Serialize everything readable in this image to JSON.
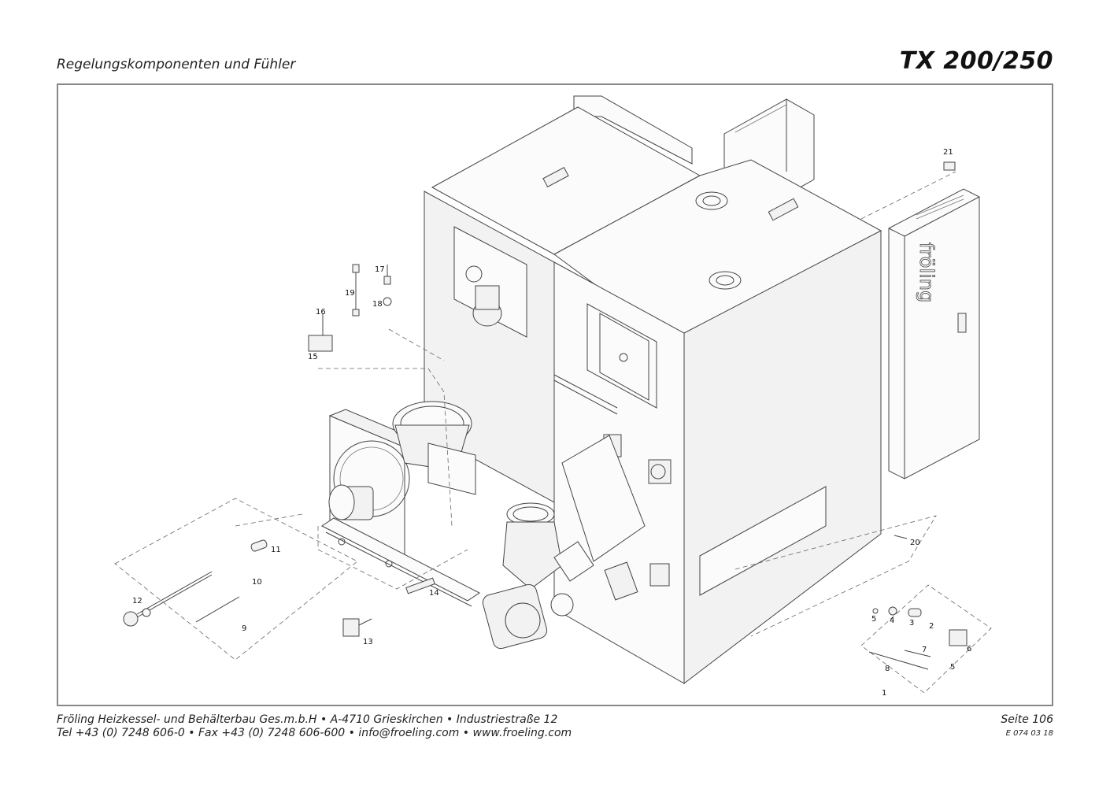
{
  "header": {
    "section_title": "Regelungskomponenten und Fühler",
    "model": "TX 200/250"
  },
  "diagram": {
    "brand_label": "fröling",
    "part_numbers": [
      "1",
      "2",
      "3",
      "4",
      "5",
      "5",
      "6",
      "7",
      "8",
      "9",
      "10",
      "11",
      "12",
      "13",
      "14",
      "15",
      "16",
      "17",
      "18",
      "19",
      "20",
      "21"
    ]
  },
  "footer": {
    "line1": "Fröling Heizkessel- und Behälterbau Ges.m.b.H   •  A-4710 Grieskirchen   •  Industriestraße 12",
    "line2": "Tel +43 (0) 7248 606-0   •  Fax +43 (0) 7248 606-600   •  info@froeling.com   •  www.froeling.com",
    "page": "Seite 106",
    "doc_code": "E 074 03 18"
  }
}
